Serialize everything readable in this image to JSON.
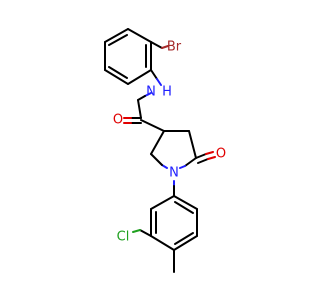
{
  "molecule": {
    "colors": {
      "carbon_bond": "#000000",
      "nitrogen": "#2020ff",
      "oxygen": "#e00000",
      "bromine": "#a52a2a",
      "chlorine": "#1fa01f"
    },
    "atoms": {
      "br": "Br",
      "nh": "N",
      "h": "H",
      "o_amide": "O",
      "n_ring": "N",
      "o_ketone": "O",
      "cl": "Cl"
    }
  }
}
